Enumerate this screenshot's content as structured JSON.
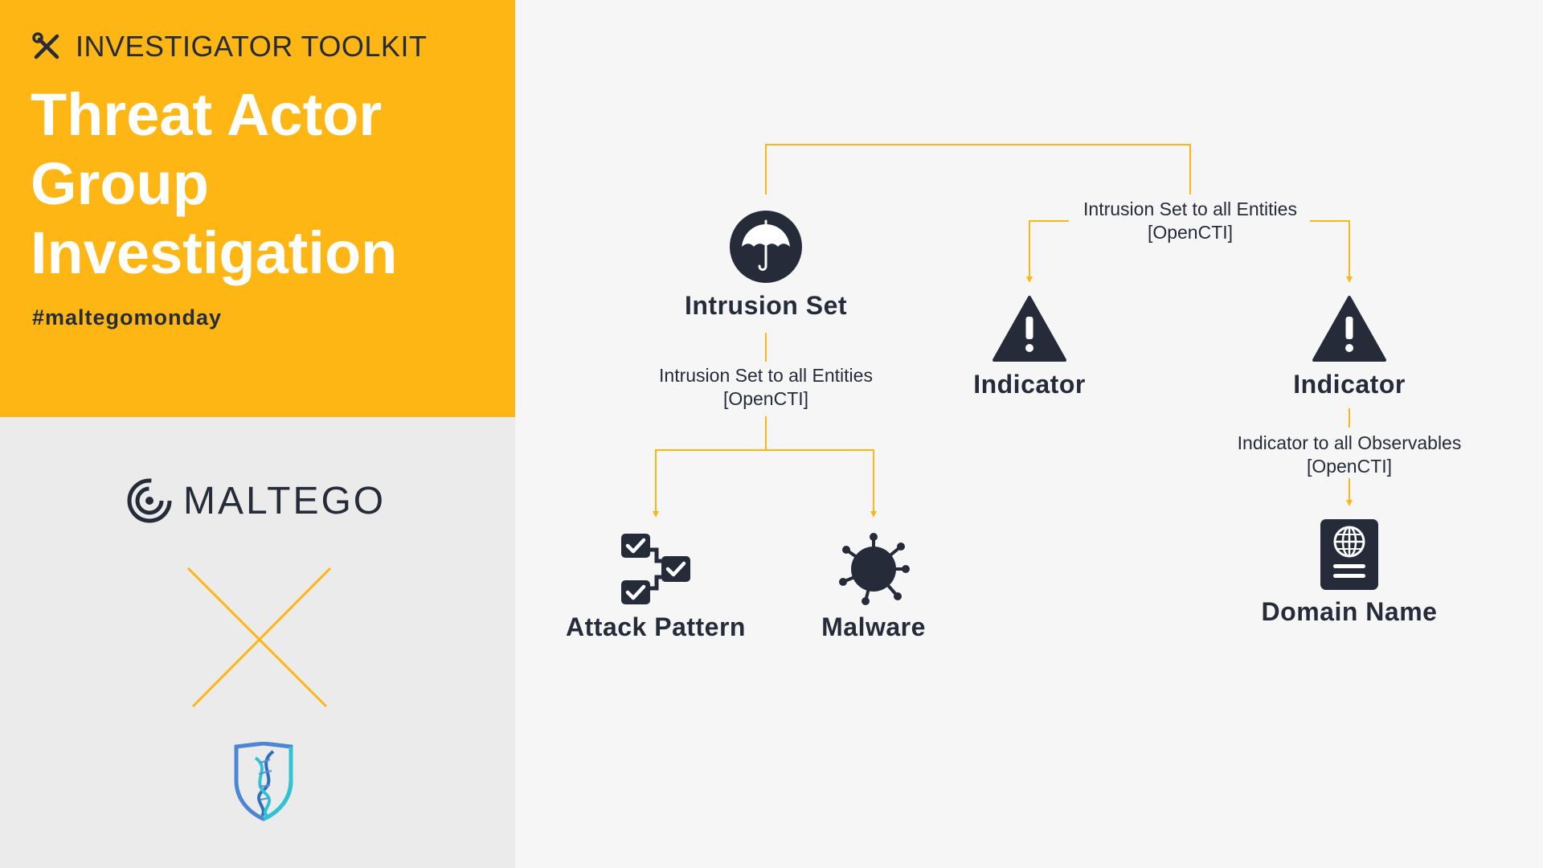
{
  "sidebar": {
    "kicker_icon": "tools-icon",
    "kicker": "INVESTIGATOR TOOLKIT",
    "title_lines": [
      "Threat Actor",
      "Group",
      "Investigation"
    ],
    "hashtag": "#maltegomonday",
    "brand": "MALTEGO",
    "colors": {
      "accent": "#fdb614",
      "dark": "#262b3a",
      "panel": "#ebebeb"
    }
  },
  "diagram": {
    "nodes": {
      "intrusion_set": {
        "label": "Intrusion Set",
        "icon": "umbrella-icon"
      },
      "indicator_1": {
        "label": "Indicator",
        "icon": "warning-icon"
      },
      "indicator_2": {
        "label": "Indicator",
        "icon": "warning-icon"
      },
      "attack_pattern": {
        "label": "Attack Pattern",
        "icon": "checklist-icon"
      },
      "malware": {
        "label": "Malware",
        "icon": "virus-icon"
      },
      "domain_name": {
        "label": "Domain Name",
        "icon": "passport-icon"
      }
    },
    "edges": {
      "top": {
        "line1": "Intrusion Set to all Entities",
        "line2": "[OpenCTI]"
      },
      "left": {
        "line1": "Intrusion Set to all Entities",
        "line2": "[OpenCTI]"
      },
      "right": {
        "line1": "Indicator to all Observables",
        "line2": "[OpenCTI]"
      }
    },
    "line_color": "#fdb614"
  }
}
